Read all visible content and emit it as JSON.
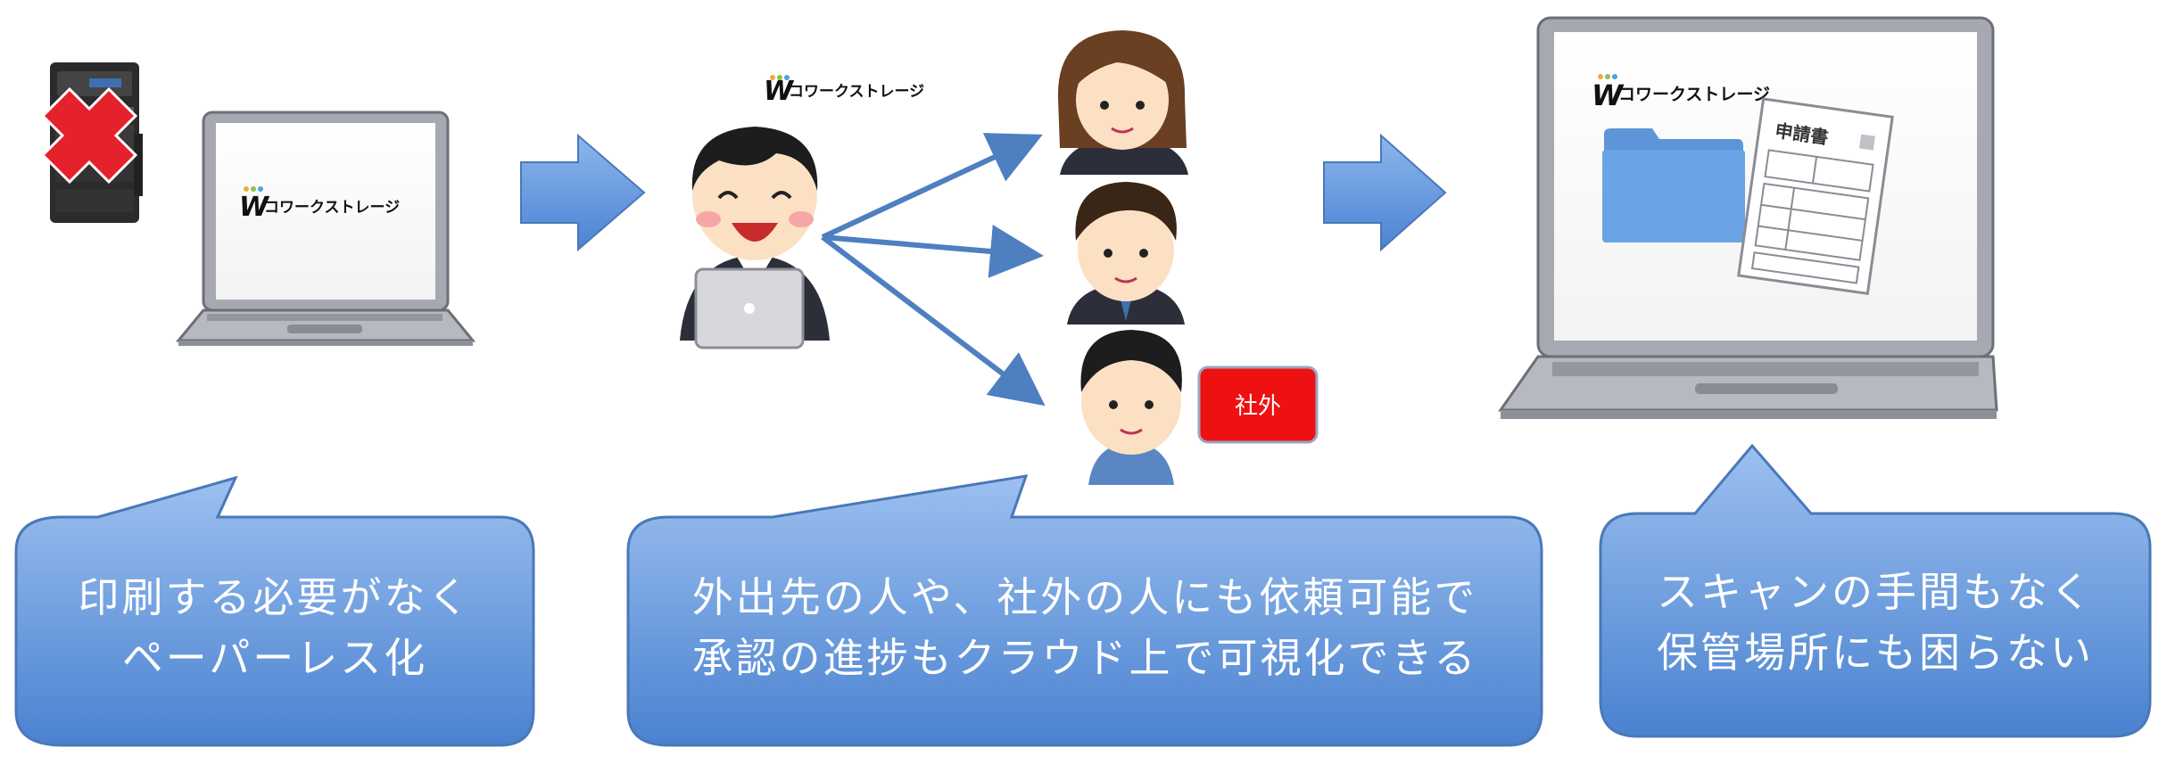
{
  "brand": {
    "name": "コワークストレージ",
    "logo_mark": "W"
  },
  "document": {
    "title": "申請書"
  },
  "external_tag": {
    "label": "社外",
    "color": "#ee1111"
  },
  "steps": [
    {
      "caption_lines": [
        "印刷する必要がなく",
        "ペーパーレス化"
      ]
    },
    {
      "caption_lines": [
        "外出先の人や、社外の人にも依頼可能で",
        "承認の進捗もクラウド上で可視化できる"
      ]
    },
    {
      "caption_lines": [
        "スキャンの手間もなく",
        "保管場所にも困らない"
      ]
    }
  ],
  "colors": {
    "bubble_top": "#9cc0f0",
    "bubble_bottom": "#4a82d0",
    "arrow": "#5a8ed6",
    "line": "#4e7fc0",
    "cross": "#e5212b"
  },
  "icons": [
    "printer-icon",
    "cross-icon",
    "laptop-icon",
    "right-arrow-icon",
    "businessman-icon",
    "folder-icon",
    "document-icon"
  ]
}
